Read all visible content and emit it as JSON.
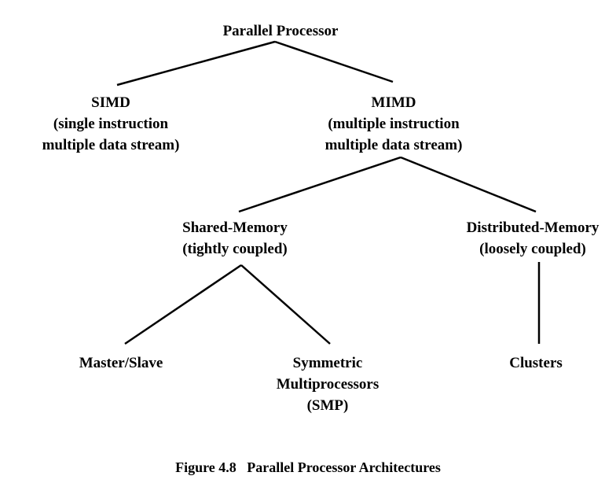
{
  "nodes": {
    "root": {
      "title": "Parallel Processor"
    },
    "simd": {
      "title": "SIMD",
      "line2": "(single instruction",
      "line3": "multiple data stream)"
    },
    "mimd": {
      "title": "MIMD",
      "line2": "(multiple instruction",
      "line3": "multiple data stream)"
    },
    "shared": {
      "title": "Shared-Memory",
      "line2": "(tightly coupled)"
    },
    "distributed": {
      "title": "Distributed-Memory",
      "line2": "(loosely coupled)"
    },
    "master_slave": {
      "title": "Master/Slave"
    },
    "smp": {
      "title": "Symmetric",
      "line2": "Multiprocessors",
      "line3": "(SMP)"
    },
    "clusters": {
      "title": "Clusters"
    }
  },
  "edges": [
    [
      "root",
      "simd"
    ],
    [
      "root",
      "mimd"
    ],
    [
      "mimd",
      "shared"
    ],
    [
      "mimd",
      "distributed"
    ],
    [
      "shared",
      "master_slave"
    ],
    [
      "shared",
      "smp"
    ],
    [
      "distributed",
      "clusters"
    ]
  ],
  "caption": {
    "label": "Figure 4.8",
    "title": "Parallel Processor Architectures"
  }
}
